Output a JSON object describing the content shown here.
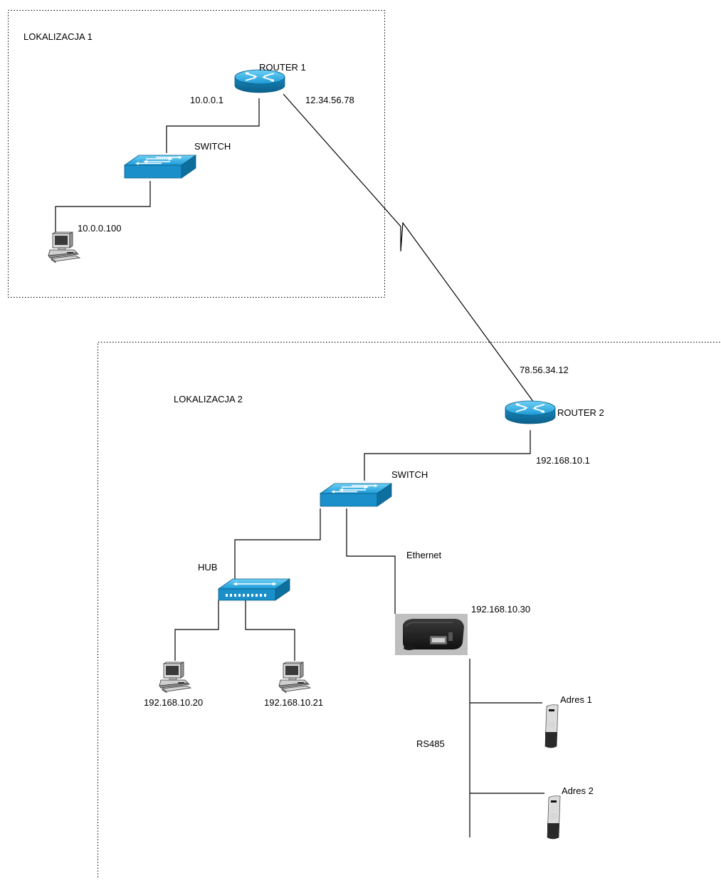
{
  "zones": {
    "loc1": "LOKALIZACJA 1",
    "loc2": "LOKALIZACJA 2"
  },
  "router1": {
    "name": "ROUTER 1",
    "lan_ip": "10.0.0.1",
    "wan_ip": "12.34.56.78"
  },
  "switch1": {
    "name": "SWITCH"
  },
  "pc1": {
    "ip": "10.0.0.100"
  },
  "router2": {
    "name": "ROUTER 2",
    "wan_ip": "78.56.34.12",
    "lan_ip": "192.168.10.1"
  },
  "switch2": {
    "name": "SWITCH"
  },
  "hub": {
    "name": "HUB"
  },
  "pc2": {
    "ip": "192.168.10.20"
  },
  "pc3": {
    "ip": "192.168.10.21"
  },
  "converter": {
    "ip": "192.168.10.30",
    "link_label": "Ethernet",
    "bus_label": "RS485"
  },
  "reader1": {
    "label": "Adres 1"
  },
  "reader2": {
    "label": "Adres 2"
  },
  "colors": {
    "device_blue": "#1c9ad6",
    "device_dark": "#0d6f9e",
    "line": "#000000"
  }
}
